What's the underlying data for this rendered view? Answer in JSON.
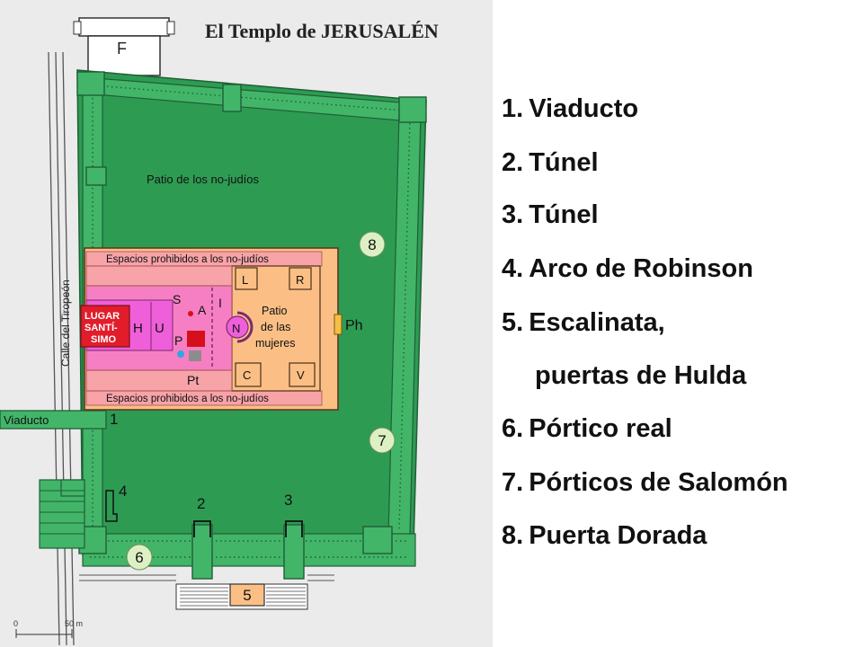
{
  "title": "El Templo de JERUSALÉN",
  "labels": {
    "gate_f": "F",
    "court_gentiles": "Patio de los no-judíos",
    "prohibited_top": "Espacios prohibidos a los no-judíos",
    "prohibited_bottom": "Espacios prohibidos a los no-judíos",
    "holy_of_holies_1": "LUGAR",
    "holy_of_holies_2": "SANTÍ-",
    "holy_of_holies_3": "SIMO",
    "h": "H",
    "u": "U",
    "s": "S",
    "a": "A",
    "i": "I",
    "p": "P",
    "pt": "Pt",
    "n": "N",
    "l": "L",
    "r": "R",
    "c": "C",
    "v": "V",
    "women_1": "Patio",
    "women_2": "de las",
    "women_3": "mujeres",
    "ph": "Ph",
    "street": "Calle del Tiropeón",
    "viaduct": "Viaducto",
    "num_1": "1",
    "num_2": "2",
    "num_3": "3",
    "num_4": "4",
    "num_5": "5",
    "num_6": "6",
    "num_7": "7",
    "num_8": "8",
    "scale_0": "0",
    "scale_50": "50 m"
  },
  "legend": [
    {
      "num": "1.",
      "text": "Viaducto"
    },
    {
      "num": "2.",
      "text": "Túnel"
    },
    {
      "num": "3.",
      "text": "Túnel"
    },
    {
      "num": "4.",
      "text": "Arco de Robinson"
    },
    {
      "num": "5.",
      "text": "Escalinata,"
    },
    {
      "num": "",
      "text": "puertas de Hulda"
    },
    {
      "num": "6.",
      "text": "Pórtico real"
    },
    {
      "num": "7.",
      "text": "Pórticos de Salomón"
    },
    {
      "num": "8.",
      "text": "Puerta Dorada"
    }
  ],
  "colors": {
    "green": "#2e9b53",
    "portico": "#42b569",
    "orange": "#fbbf86",
    "pink_light": "#f7a3a8",
    "pink": "#f67fc3",
    "magenta": "#ef5fd9",
    "red": "#e11d2b",
    "circle": "#ddf0c4"
  }
}
